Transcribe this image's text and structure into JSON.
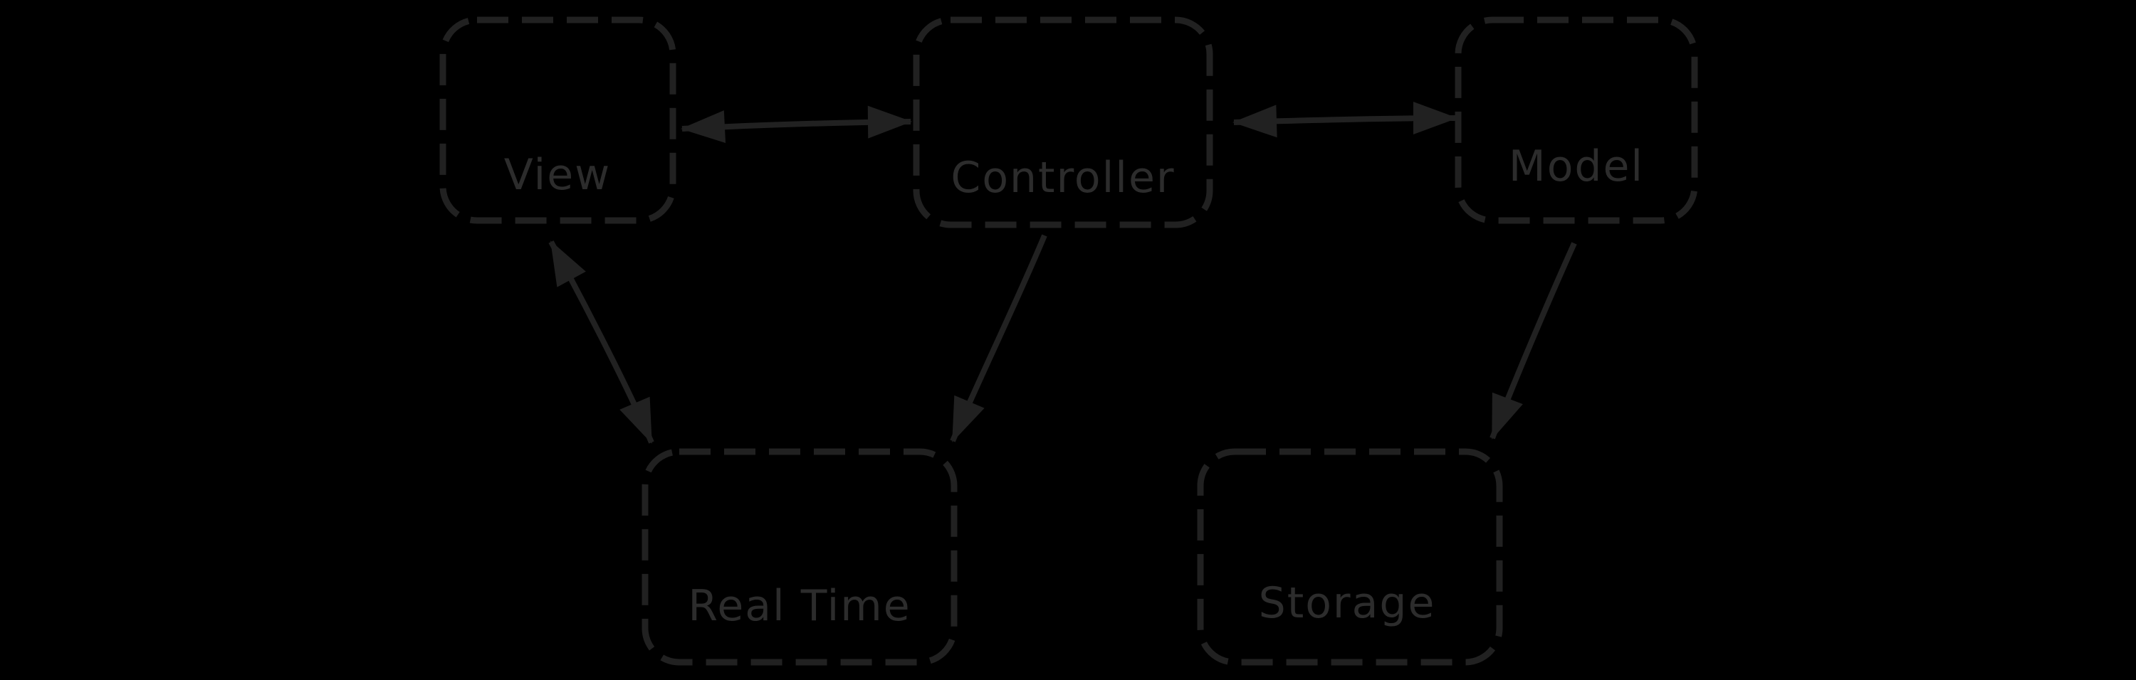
{
  "diagram": {
    "type": "flowchart",
    "colors": {
      "background": "#000000",
      "stroke": "#212121",
      "text": "#2c2c2c"
    },
    "nodes": [
      {
        "id": "view",
        "label": "View"
      },
      {
        "id": "controller",
        "label": "Controller"
      },
      {
        "id": "model",
        "label": "Model"
      },
      {
        "id": "real-time",
        "label": "Real Time"
      },
      {
        "id": "storage",
        "label": "Storage"
      }
    ],
    "edges": [
      {
        "from": "view",
        "to": "controller",
        "direction": "bidirectional"
      },
      {
        "from": "controller",
        "to": "model",
        "direction": "bidirectional"
      },
      {
        "from": "view",
        "to": "real-time",
        "direction": "bidirectional"
      },
      {
        "from": "controller",
        "to": "real-time",
        "direction": "one-way"
      },
      {
        "from": "model",
        "to": "storage",
        "direction": "one-way"
      }
    ]
  }
}
